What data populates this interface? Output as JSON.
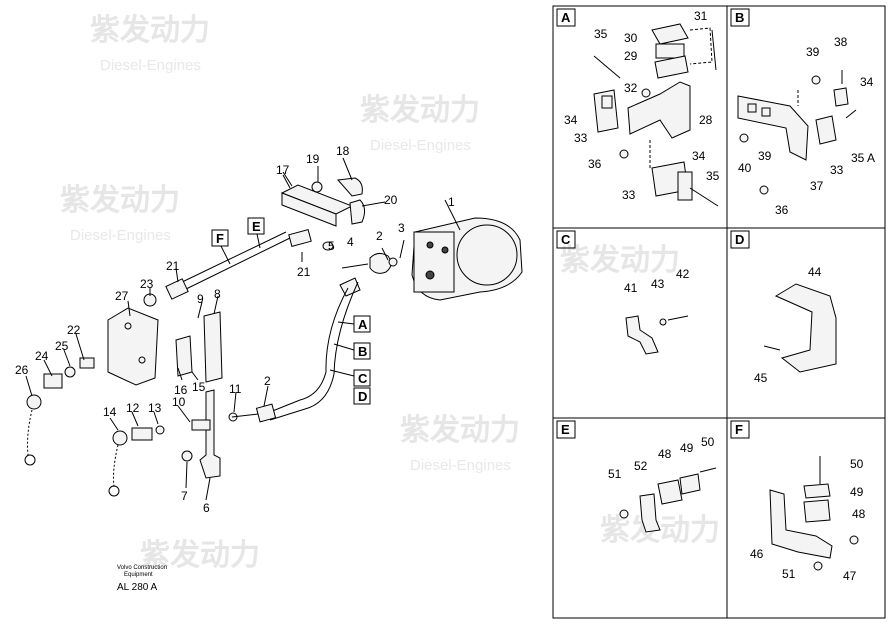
{
  "watermark": {
    "brand": "紫发动力",
    "sub": "Diesel-Engines"
  },
  "footer": {
    "maker_line1": "Volvo Construction",
    "maker_line2": "Equipment",
    "code": "AL 280 A"
  },
  "panels": {
    "A": "A",
    "B": "B",
    "C": "C",
    "D": "D",
    "E": "E",
    "F": "F"
  },
  "main_tags": {
    "E": "E",
    "F": "F",
    "A": "A",
    "B": "B",
    "C": "C",
    "D": "D"
  },
  "main_labels": {
    "p1": "1",
    "p2a": "2",
    "p2b": "2",
    "p3": "3",
    "p4": "4",
    "p5": "5",
    "p6": "6",
    "p7": "7",
    "p8": "8",
    "p9": "9",
    "p10": "10",
    "p11": "11",
    "p12": "12",
    "p13": "13",
    "p14": "14",
    "p15": "15",
    "p16": "16",
    "p17": "17",
    "p18": "18",
    "p19": "19",
    "p20": "20",
    "p21a": "21",
    "p21b": "21",
    "p22": "22",
    "p23": "23",
    "p24": "24",
    "p25": "25",
    "p26": "26",
    "p27": "27"
  },
  "panel_a": {
    "l31": "31",
    "l30": "30",
    "l29": "29",
    "l35": "35",
    "l32": "32",
    "l34a": "34",
    "l28": "28",
    "l33a": "33",
    "l36": "36",
    "l34b": "34",
    "l35b": "35",
    "l33b": "33"
  },
  "panel_b": {
    "l39": "39",
    "l38": "38",
    "l34": "34",
    "l40": "40",
    "l39b": "39",
    "l37": "37",
    "l33": "33",
    "l35a": "35 A",
    "l36": "36"
  },
  "panel_c": {
    "l41": "41",
    "l43": "43",
    "l42": "42"
  },
  "panel_d": {
    "l44": "44",
    "l45": "45"
  },
  "panel_e": {
    "l52": "52",
    "l48": "48",
    "l49": "49",
    "l50": "50",
    "l51": "51"
  },
  "panel_f": {
    "l50": "50",
    "l49": "49",
    "l48": "48",
    "l46": "46",
    "l51": "51",
    "l47": "47"
  }
}
